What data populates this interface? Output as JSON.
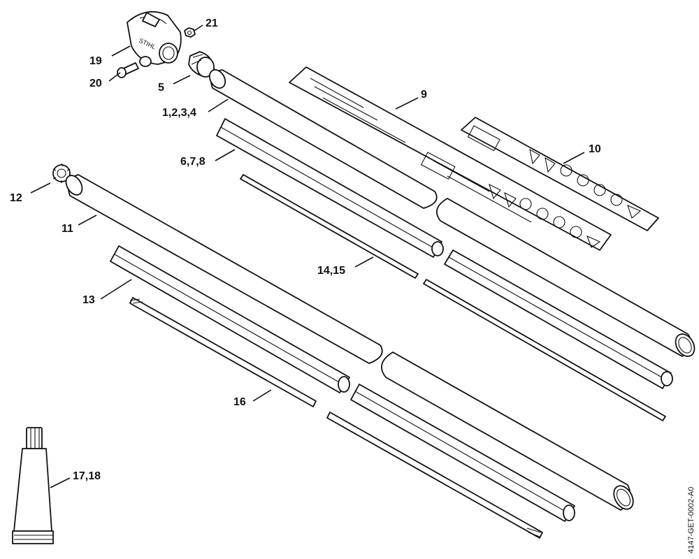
{
  "drawing_code": "4147-GET-0002-A0",
  "callouts": [
    {
      "id": "c21",
      "label": "21"
    },
    {
      "id": "c19",
      "label": "19"
    },
    {
      "id": "c20",
      "label": "20"
    },
    {
      "id": "c5",
      "label": "5"
    },
    {
      "id": "c1234",
      "label": "1,2,3,4"
    },
    {
      "id": "c9",
      "label": "9"
    },
    {
      "id": "c10",
      "label": "10"
    },
    {
      "id": "c678",
      "label": "6,7,8"
    },
    {
      "id": "c12",
      "label": "12"
    },
    {
      "id": "c11",
      "label": "11"
    },
    {
      "id": "c1415",
      "label": "14,15"
    },
    {
      "id": "c13",
      "label": "13"
    },
    {
      "id": "c16",
      "label": "16"
    },
    {
      "id": "c1718",
      "label": "17,18"
    }
  ],
  "clamp_brand": "STIHL"
}
